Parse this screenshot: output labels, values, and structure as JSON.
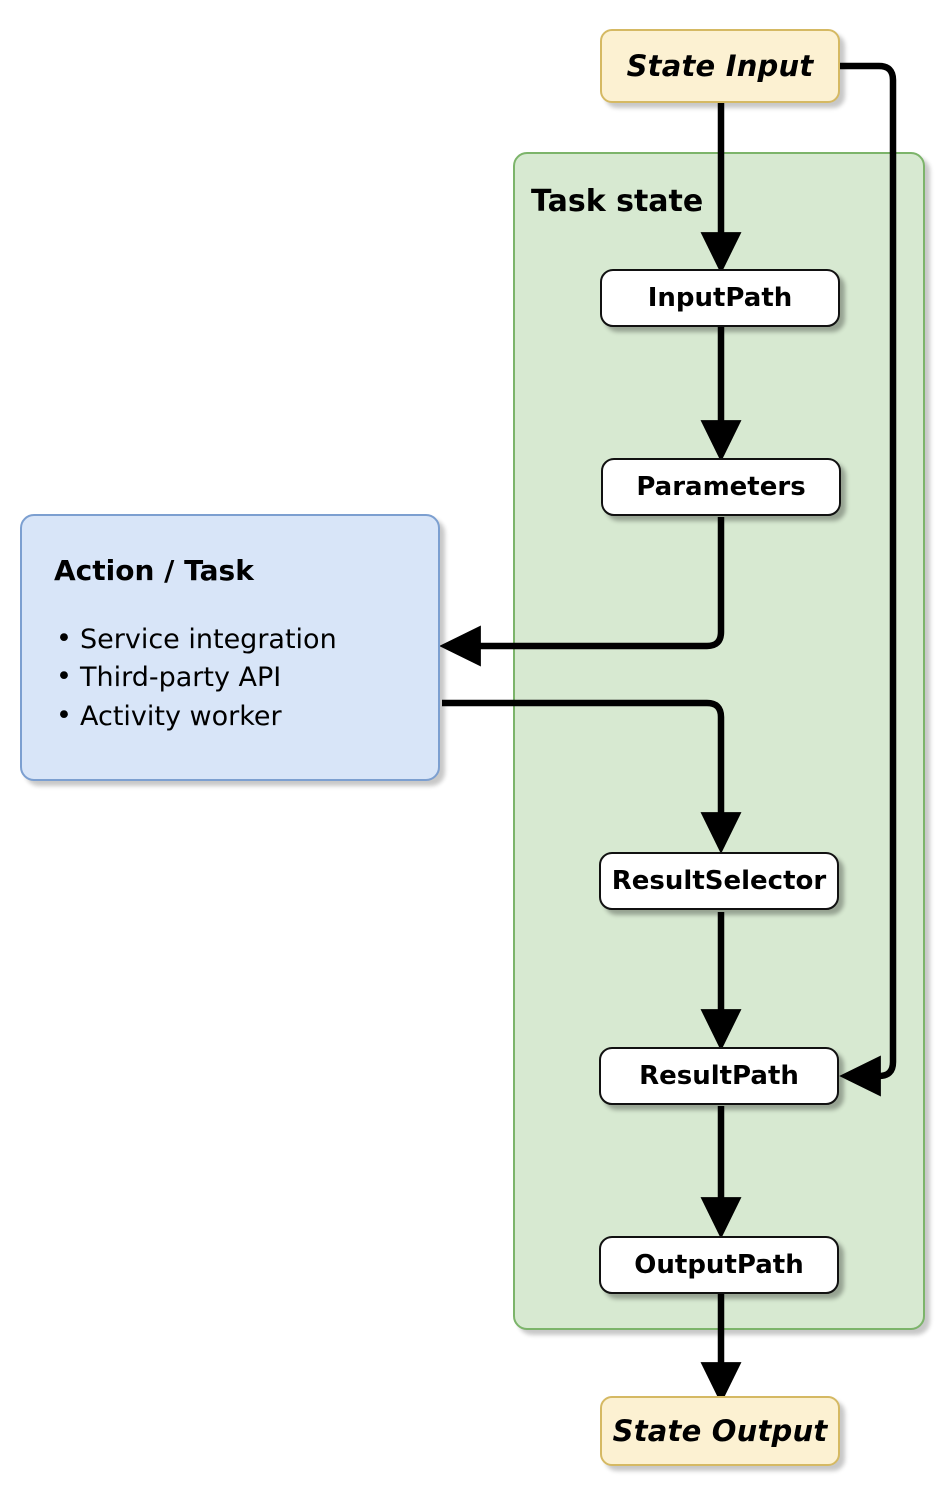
{
  "diagram": {
    "title": "AWS Step Functions Task state input/output processing",
    "type": "flowchart"
  },
  "colors": {
    "terminator_fill": "#fcf1d2",
    "terminator_border": "#d5b963",
    "group_fill": "#d7e9d1",
    "group_border": "#7cb46a",
    "action_fill": "#d8e5f8",
    "action_border": "#7c9fd0",
    "process_fill": "#ffffff",
    "process_border": "#111111",
    "arrow": "#000000"
  },
  "nodes": {
    "state_input": {
      "label": "State Input"
    },
    "state_output": {
      "label": "State Output"
    },
    "task_group": {
      "label": "Task state"
    },
    "input_path": {
      "label": "InputPath"
    },
    "parameters": {
      "label": "Parameters"
    },
    "result_selector": {
      "label": "ResultSelector"
    },
    "result_path": {
      "label": "ResultPath"
    },
    "output_path": {
      "label": "OutputPath"
    },
    "action": {
      "title": "Action / Task",
      "items": [
        "Service integration",
        "Third-party API",
        "Activity worker"
      ]
    }
  },
  "edges": [
    {
      "from": "State Input",
      "to": "InputPath"
    },
    {
      "from": "InputPath",
      "to": "Parameters"
    },
    {
      "from": "Parameters",
      "to": "Action / Task"
    },
    {
      "from": "Action / Task",
      "to": "ResultSelector"
    },
    {
      "from": "ResultSelector",
      "to": "ResultPath"
    },
    {
      "from": "State Input",
      "to": "ResultPath"
    },
    {
      "from": "ResultPath",
      "to": "OutputPath"
    },
    {
      "from": "OutputPath",
      "to": "State Output"
    }
  ]
}
